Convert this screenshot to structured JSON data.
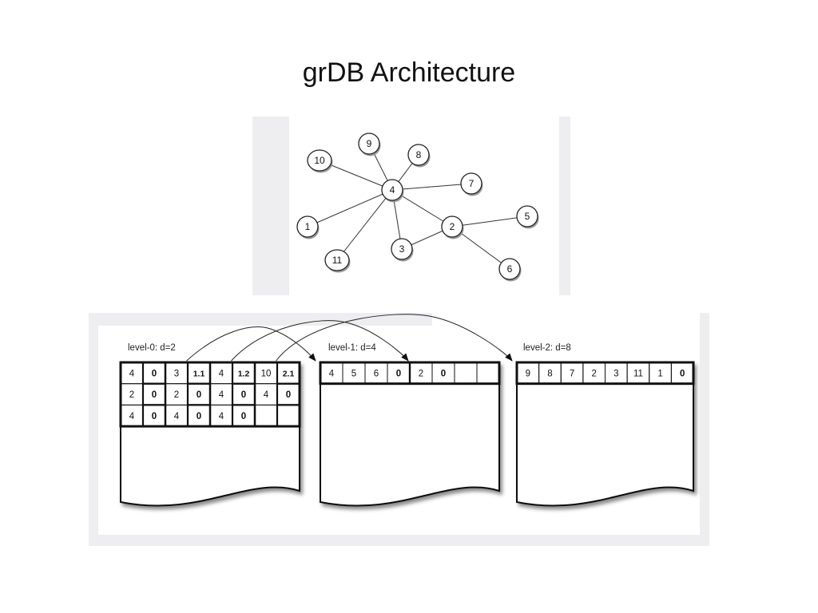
{
  "title": "grDB Architecture",
  "graph": {
    "nodes": [
      {
        "id": "9",
        "label": "9"
      },
      {
        "id": "8",
        "label": "8"
      },
      {
        "id": "10",
        "label": "10"
      },
      {
        "id": "7",
        "label": "7"
      },
      {
        "id": "4",
        "label": "4"
      },
      {
        "id": "1",
        "label": "1"
      },
      {
        "id": "2",
        "label": "2"
      },
      {
        "id": "5",
        "label": "5"
      },
      {
        "id": "3",
        "label": "3"
      },
      {
        "id": "11",
        "label": "11"
      },
      {
        "id": "6",
        "label": "6"
      }
    ],
    "edges": [
      [
        "4",
        "10"
      ],
      [
        "4",
        "9"
      ],
      [
        "4",
        "8"
      ],
      [
        "4",
        "7"
      ],
      [
        "4",
        "1"
      ],
      [
        "4",
        "11"
      ],
      [
        "4",
        "3"
      ],
      [
        "4",
        "2"
      ],
      [
        "2",
        "3"
      ],
      [
        "2",
        "5"
      ],
      [
        "2",
        "6"
      ]
    ]
  },
  "storage": {
    "levels": [
      {
        "label": "level-0: d=2",
        "rows": [
          [
            {
              "v": "4"
            },
            {
              "v": "0",
              "bold": true
            },
            {
              "v": "3"
            },
            {
              "v": "1.1",
              "bold": true
            },
            {
              "v": "4"
            },
            {
              "v": "1.2",
              "bold": true
            },
            {
              "v": "10"
            },
            {
              "v": "2.1",
              "bold": true
            }
          ],
          [
            {
              "v": "2"
            },
            {
              "v": "0",
              "bold": true
            },
            {
              "v": "2"
            },
            {
              "v": "0",
              "bold": true
            },
            {
              "v": "4"
            },
            {
              "v": "0",
              "bold": true
            },
            {
              "v": "4"
            },
            {
              "v": "0",
              "bold": true
            }
          ],
          [
            {
              "v": "4"
            },
            {
              "v": "0",
              "bold": true
            },
            {
              "v": "4"
            },
            {
              "v": "0",
              "bold": true
            },
            {
              "v": "4"
            },
            {
              "v": "0",
              "bold": true
            },
            {
              "v": ""
            },
            {
              "v": ""
            }
          ]
        ]
      },
      {
        "label": "level-1: d=4",
        "rows": [
          [
            {
              "v": "4"
            },
            {
              "v": "5"
            },
            {
              "v": "6"
            },
            {
              "v": "0",
              "bold": true
            },
            {
              "v": "2"
            },
            {
              "v": "0",
              "bold": true
            },
            {
              "v": ""
            },
            {
              "v": ""
            }
          ]
        ]
      },
      {
        "label": "level-2: d=8",
        "rows": [
          [
            {
              "v": "9"
            },
            {
              "v": "8"
            },
            {
              "v": "7"
            },
            {
              "v": "2"
            },
            {
              "v": "3"
            },
            {
              "v": "11"
            },
            {
              "v": "1"
            },
            {
              "v": "0",
              "bold": true
            }
          ]
        ]
      }
    ],
    "pointers": [
      {
        "from_level": 0,
        "from_cell": 3,
        "to_level": 1
      },
      {
        "from_level": 0,
        "from_cell": 5,
        "to_level": 1,
        "to_cell": 4
      },
      {
        "from_level": 0,
        "from_cell": 7,
        "to_level": 2
      }
    ]
  }
}
